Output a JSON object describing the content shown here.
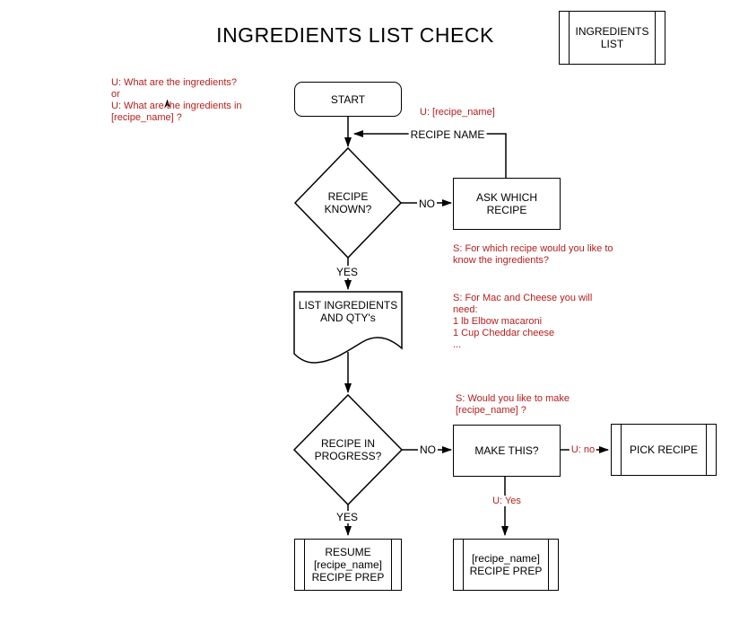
{
  "title": "INGREDIENTS LIST CHECK",
  "colors": {
    "annotation_red": "#b51e1e",
    "shape_stroke": "#000000",
    "shape_fill": "#ffffff"
  },
  "nodes": {
    "ingredients_list": "INGREDIENTS\nLIST",
    "start": "START",
    "recipe_known": "RECIPE\nKNOWN?",
    "ask_which_recipe": "ASK WHICH\nRECIPE",
    "list_ingredients": "LIST INGREDIENTS\nAND QTY's",
    "recipe_in_progress": "RECIPE IN\nPROGRESS?",
    "make_this": "MAKE THIS?",
    "pick_recipe": "PICK RECIPE",
    "resume_recipe_prep": "RESUME\n[recipe_name]\nRECIPE PREP",
    "recipe_prep": "[recipe_name]\nRECIPE PREP"
  },
  "edge_labels": {
    "recipe_name": "RECIPE NAME",
    "known_no": "NO",
    "known_yes": "YES",
    "progress_no": "NO",
    "progress_yes": "YES",
    "user_no": "U: no",
    "user_yes": "U: Yes"
  },
  "annotations": {
    "user_ask_ingredients": "U: What are the ingredients?\nor\nU: What are the ingredients in\n[recipe_name] ?",
    "user_recipe_name": "U: [recipe_name]",
    "system_which_recipe": "S: For which recipe would you like to\nknow the ingredients?",
    "system_ingredient_list": "S: For Mac and Cheese you will\nneed:\n1 lb Elbow macaroni\n1 Cup Cheddar cheese\n...",
    "system_would_you_make": "S: Would you like to make\n[recipe_name] ?"
  }
}
